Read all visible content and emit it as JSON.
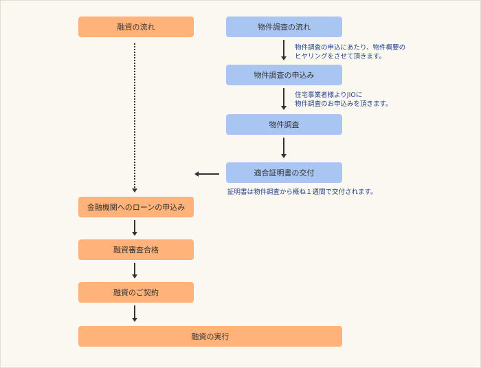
{
  "left": {
    "title": "融資の流れ",
    "loan_application": "金融機関へのローンの申込み",
    "loan_review": "融資審査合格",
    "loan_contract": "融資のご契約",
    "loan_execution": "融資の実行"
  },
  "right": {
    "title": "物件調査の流れ",
    "note1_line1": "物件調査の申込にあたり、物件概要の",
    "note1_line2": "ヒヤリングをさせて頂きます。",
    "application": "物件調査の申込み",
    "note2_line1": "住宅事業者様よりJIOに",
    "note2_line2": "物件調査のお申込みを頂きます。",
    "inspection": "物件調査",
    "certificate": "適合証明書の交付",
    "note3": "証明書は物件調査から概ね１週間で交付されます。"
  },
  "colors": {
    "orange_box": "#ffb27a",
    "blue_box": "#a9c6f2",
    "note_text": "#1f3f88",
    "background": "#fbf8f1"
  }
}
